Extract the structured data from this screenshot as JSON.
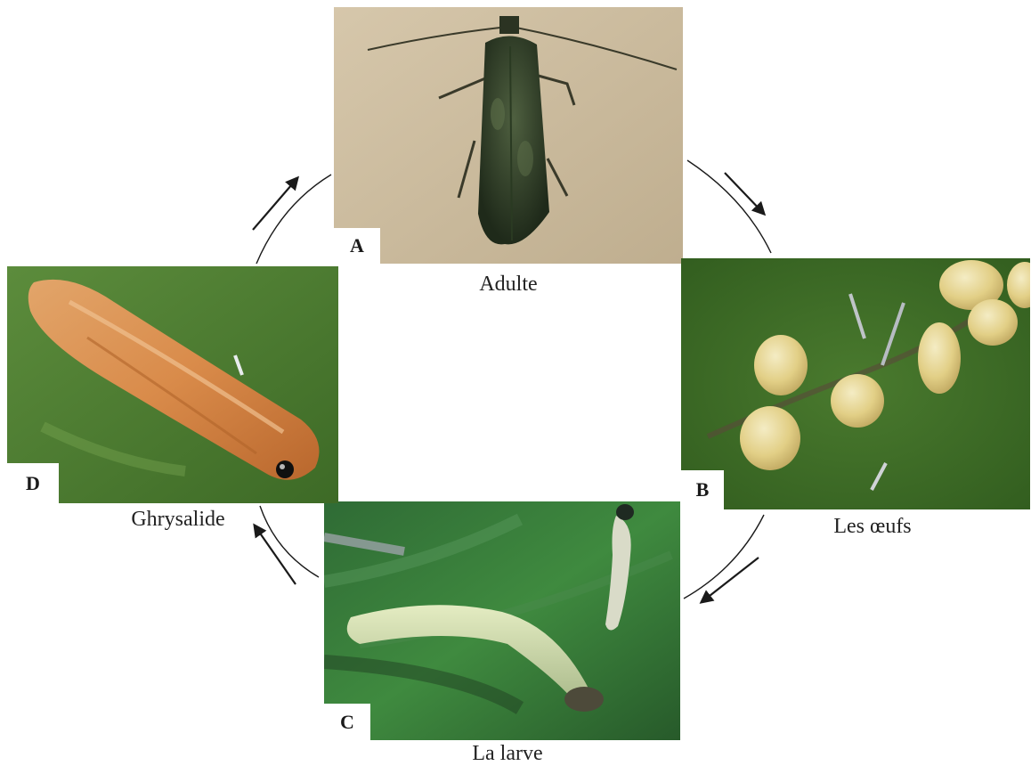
{
  "stages": {
    "adult": {
      "letter": "A",
      "label": "Adulte"
    },
    "eggs": {
      "letter": "B",
      "label": "Les œufs"
    },
    "larva": {
      "letter": "C",
      "label": "La larve"
    },
    "chrysalis": {
      "letter": "D",
      "label": "Ghrysalide"
    }
  },
  "colors": {
    "arrow": "#1a1a1a",
    "leaf_green": "#3f6e2a",
    "pupa_orange": "#d98b4a",
    "moth_bg": "#c9b79a",
    "egg_yellow": "#e2cf86"
  },
  "cycle_order": [
    "A",
    "B",
    "C",
    "D"
  ]
}
